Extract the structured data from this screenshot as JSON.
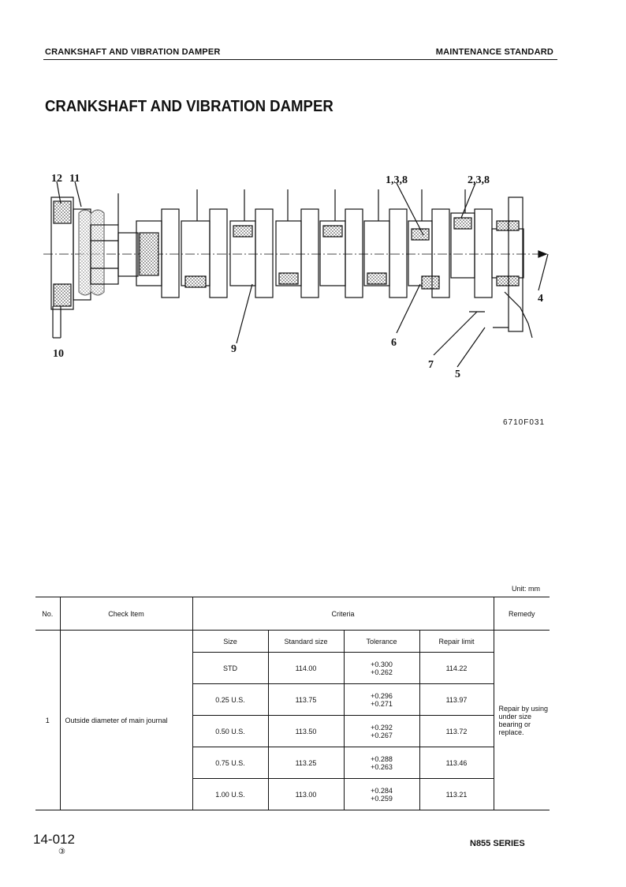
{
  "header": {
    "left": "CRANKSHAFT AND VIBRATION DAMPER",
    "right": "MAINTENANCE STANDARD"
  },
  "title": "CRANKSHAFT AND VIBRATION DAMPER",
  "diagram": {
    "callouts": [
      "12",
      "11",
      "1,3,8",
      "2,3,8",
      "4",
      "10",
      "9",
      "6",
      "7",
      "5"
    ],
    "figure_code": "6710F031"
  },
  "table": {
    "unit": "Unit: mm",
    "headers": {
      "no": "No.",
      "check_item": "Check Item",
      "criteria": "Criteria",
      "remedy": "Remedy"
    },
    "sub_headers": [
      "Size",
      "Standard size",
      "Tolerance",
      "Repair limit"
    ],
    "item": {
      "no": "1",
      "check_item": "Outside diameter of main journal",
      "remedy": "Repair by using under size bearing or replace."
    },
    "rows": [
      {
        "size": "STD",
        "standard": "114.00",
        "tol_upper": "+0.300",
        "tol_lower": "+0.262",
        "limit": "114.22"
      },
      {
        "size": "0.25 U.S.",
        "standard": "113.75",
        "tol_upper": "+0.296",
        "tol_lower": "+0.271",
        "limit": "113.97"
      },
      {
        "size": "0.50 U.S.",
        "standard": "113.50",
        "tol_upper": "+0.292",
        "tol_lower": "+0.267",
        "limit": "113.72"
      },
      {
        "size": "0.75 U.S.",
        "standard": "113.25",
        "tol_upper": "+0.288",
        "tol_lower": "+0.263",
        "limit": "113.46"
      },
      {
        "size": "1.00 U.S.",
        "standard": "113.00",
        "tol_upper": "+0.284",
        "tol_lower": "+0.259",
        "limit": "113.21"
      }
    ]
  },
  "footer": {
    "page_number": "14-012",
    "revision": "③",
    "series": "N855 SERIES"
  }
}
